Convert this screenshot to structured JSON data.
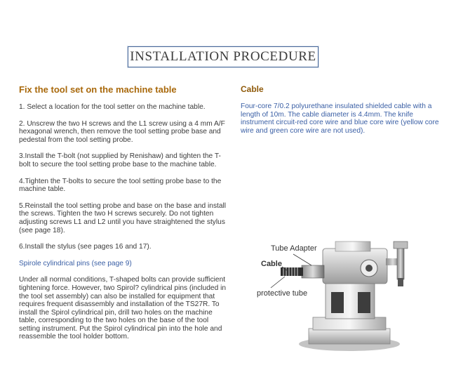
{
  "header": {
    "title": "INSTALLATION PROCEDURE"
  },
  "left": {
    "heading": "Fix the tool set on the machine table",
    "steps": [
      "1. Select a location for the tool setter on the machine table.",
      "2. Unscrew the two H screws and the L1 screw using a 4 mm A/F hexagonal wrench, then remove the tool setting probe base and pedestal from the tool setting probe.",
      "3.Install the T-bolt (not supplied by Renishaw) and tighten the T-bolt to secure the tool setting probe base to the machine table.",
      "4.Tighten the T-bolts to secure the tool setting probe base to the machine table.",
      "5.Reinstall the tool setting probe and base on the base and install the screws. Tighten the two H screws securely. Do not tighten adjusting screws L1 and L2 until you have straightened the stylus (see page 18).",
      "6.Install the stylus (see pages 16 and 17)."
    ],
    "spirole_heading": "Spirole cylindrical pins (see page 9)",
    "spirole_text": "Under all normal conditions, T-shaped bolts can provide sufficient tightening force. However, two Spirol? cylindrical pins (included in the tool set assembly) can also be installed for equipment that requires frequent disassembly and installation of the TS27R. To install the Spirol cylindrical pin, drill two holes on the machine table, corresponding to the two holes on the base of the tool setting instrument. Put the Spirol cylindrical pin into the hole and reassemble the tool holder bottom."
  },
  "right": {
    "heading": "Cable",
    "text": "Four-core 7/0.2 polyurethane insulated shielded cable with a length of 10m. The cable diameter is 4.4mm. The knife instrument circuit-red core wire and blue core wire (yellow core wire and green core wire are not used)."
  },
  "figure": {
    "label_tube_adapter": "Tube Adapter",
    "label_cable": "Cable",
    "label_protective_tube": "protective tube"
  },
  "colors": {
    "heading_orange": "#a9690c",
    "text_blue": "#3a5fa5",
    "title_border": "#4a6a9a"
  }
}
